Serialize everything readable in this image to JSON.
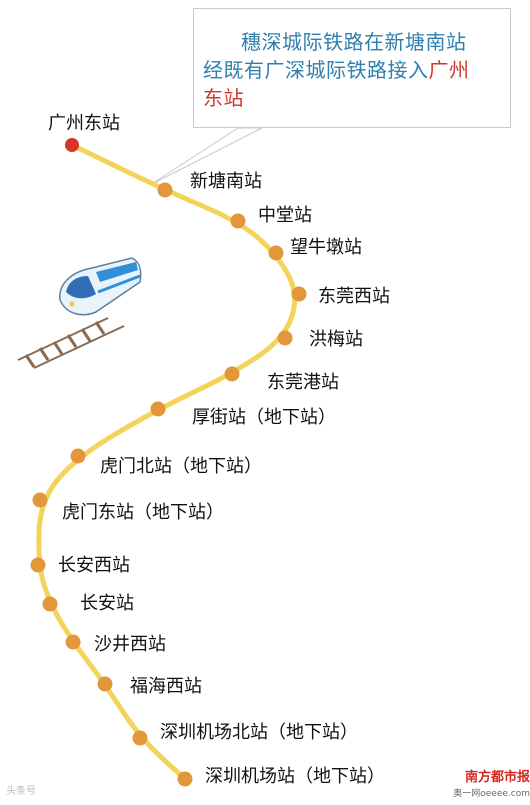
{
  "callout": {
    "line1": "穗深城际铁路在新塘南站",
    "line2_prefix": "经既有广深城际铁路接入",
    "line2_highlight": "广州",
    "line3_highlight": "东站"
  },
  "stations": [
    {
      "name": "广州东站",
      "type": "terminal"
    },
    {
      "name": "新塘南站",
      "type": "regular"
    },
    {
      "name": "中堂站",
      "type": "regular"
    },
    {
      "name": "望牛墩站",
      "type": "regular"
    },
    {
      "name": "东莞西站",
      "type": "regular"
    },
    {
      "name": "洪梅站",
      "type": "regular"
    },
    {
      "name": "东莞港站",
      "type": "regular"
    },
    {
      "name": "厚街站（地下站）",
      "type": "regular"
    },
    {
      "name": "虎门北站（地下站）",
      "type": "regular"
    },
    {
      "name": "虎门东站（地下站）",
      "type": "regular"
    },
    {
      "name": "长安西站",
      "type": "regular"
    },
    {
      "name": "长安站",
      "type": "regular"
    },
    {
      "name": "沙井西站",
      "type": "regular"
    },
    {
      "name": "福海西站",
      "type": "regular"
    },
    {
      "name": "深圳机场北站（地下站）",
      "type": "regular"
    },
    {
      "name": "深圳机场站（地下站）",
      "type": "regular"
    }
  ],
  "colors": {
    "line": "#f3d35a",
    "station": "#e2973a",
    "terminal": "#d8352a",
    "callout_text": "#2f7fae",
    "highlight": "#d2362a"
  },
  "footer": {
    "left_text": "头条号",
    "brand": "南方都市报",
    "site": "奥一网oeeee.com"
  }
}
